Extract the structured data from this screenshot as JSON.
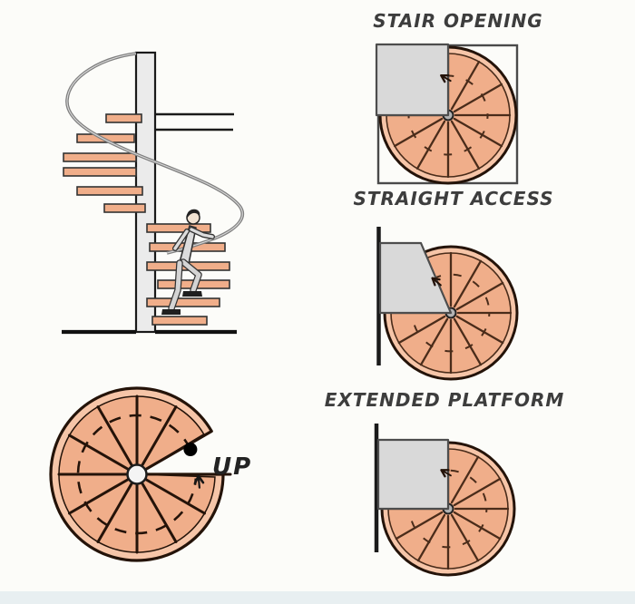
{
  "page": {
    "background": "#fcfcf9",
    "footer_strip_color": "#e8eff1"
  },
  "palette": {
    "tread_fill": "#f0ae8a",
    "tread_band": "#f6c5a8",
    "plan_line": "#4a2c1a",
    "plan_line_dark": "#241309",
    "platform_fill": "#d9d9d9",
    "platform_stroke": "#4d4d4d",
    "structure": "#1a1a1a",
    "rail": "#7f7f7f",
    "rail_highlight": "#d9d9d9",
    "column_fill": "#ebebeb",
    "person_cloth": "#dcdcdc",
    "person_pants": "#d4d4d4",
    "person_dark": "#1f1f1f",
    "skin": "#f1e3d3",
    "dot": "#000000",
    "label_color": "#3d3d3d"
  },
  "labels": {
    "diagram1_title": "STAIR OPENING",
    "diagram2_title": "STRAIGHT ACCESS",
    "diagram3_title": "EXTENDED PLATFORM",
    "up": "UP"
  }
}
